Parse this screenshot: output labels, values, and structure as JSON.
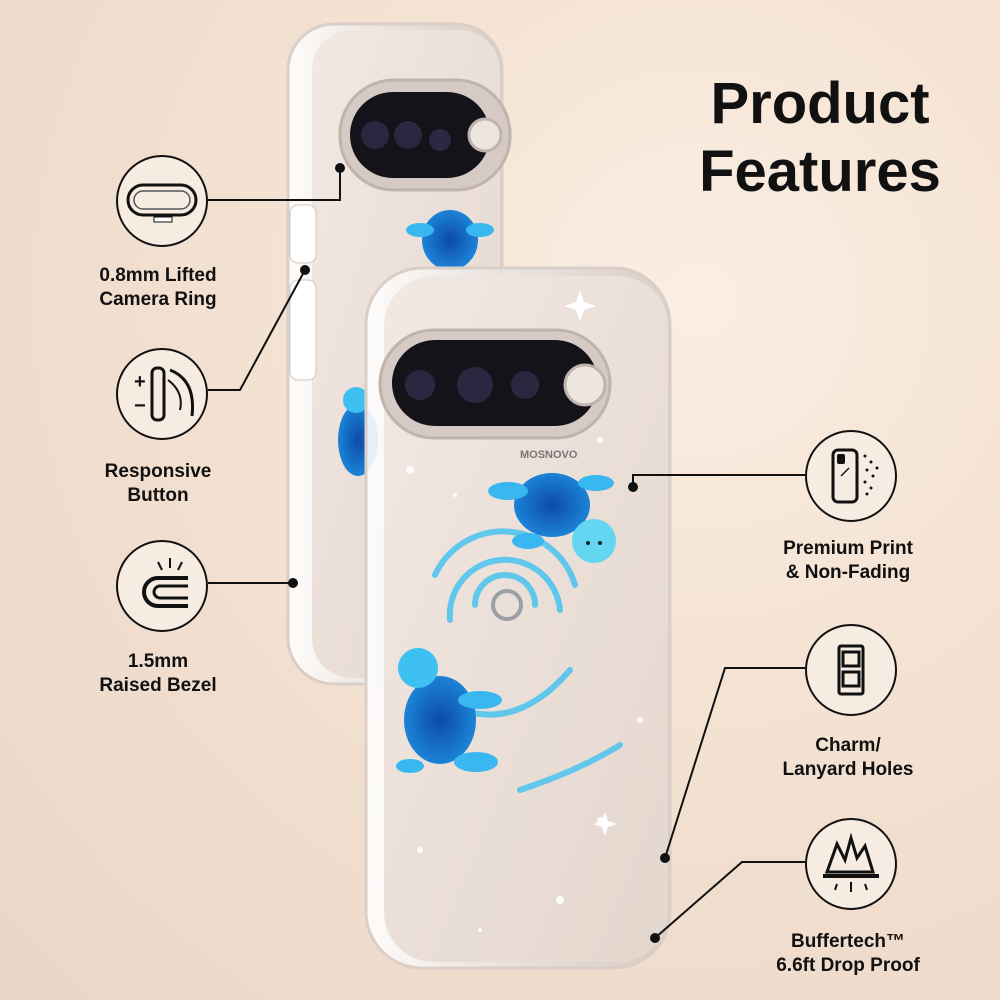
{
  "title": {
    "line1": "Product",
    "line2": "Features"
  },
  "features": [
    {
      "line1": "0.8mm Lifted",
      "line2": "Camera Ring",
      "icon": "camera-ring-icon"
    },
    {
      "line1": "Responsive",
      "line2": "Button",
      "icon": "button-icon"
    },
    {
      "line1": "1.5mm",
      "line2": "Raised Bezel",
      "icon": "bezel-icon"
    },
    {
      "line1": "Premium Print",
      "line2": "& Non-Fading",
      "icon": "phone-print-icon"
    },
    {
      "line1": "Charm/",
      "line2": "Lanyard Holes",
      "icon": "lanyard-hole-icon"
    },
    {
      "line1": "Buffertech™",
      "line2": "6.6ft Drop Proof",
      "icon": "drop-impact-icon"
    }
  ],
  "brand": "MOSNOVO",
  "colors": {
    "background": "#f3e1d1",
    "text": "#111111",
    "turtle": "#1e8fe0",
    "case": "#e8ddd6"
  }
}
